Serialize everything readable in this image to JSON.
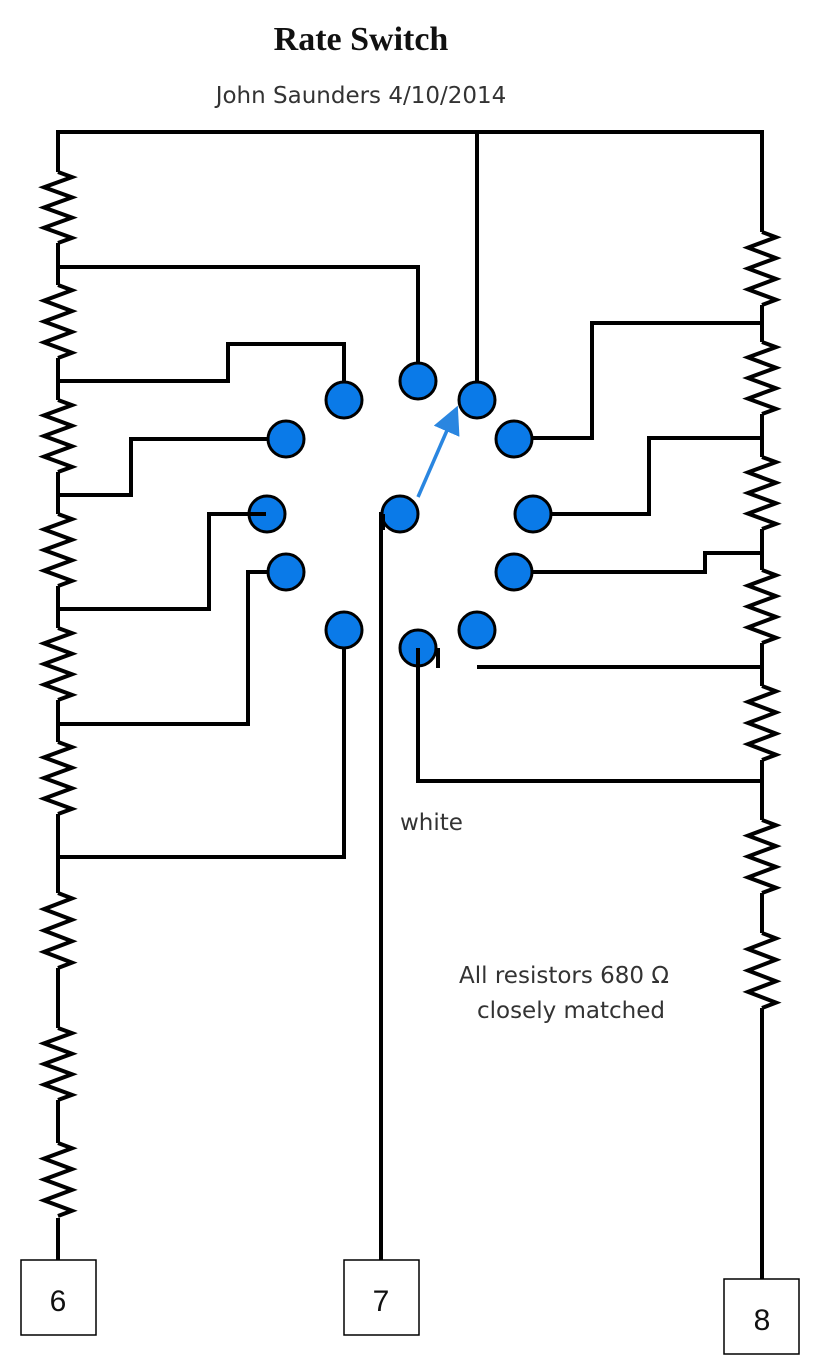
{
  "header": {
    "title": "Rate Switch",
    "author_date": "John Saunders 4/10/2014"
  },
  "labels": {
    "wire_color": "white",
    "resistor_note_line1": "All resistors 680 Ω",
    "resistor_note_line2": "closely matched"
  },
  "terminals": [
    {
      "id": "t6",
      "label": "6"
    },
    {
      "id": "t7",
      "label": "7"
    },
    {
      "id": "t8",
      "label": "8"
    }
  ],
  "switch": {
    "type": "rotary selector",
    "positions": 12,
    "selected_position": "upper-right contact",
    "contact_color": "#0a7ae8",
    "wiper_color": "#2a86e0"
  },
  "resistors": {
    "value": "680 Ω",
    "left_chain_count": 9,
    "right_chain_count": 7
  },
  "colors": {
    "wire": "#000000",
    "background": "#ffffff"
  }
}
